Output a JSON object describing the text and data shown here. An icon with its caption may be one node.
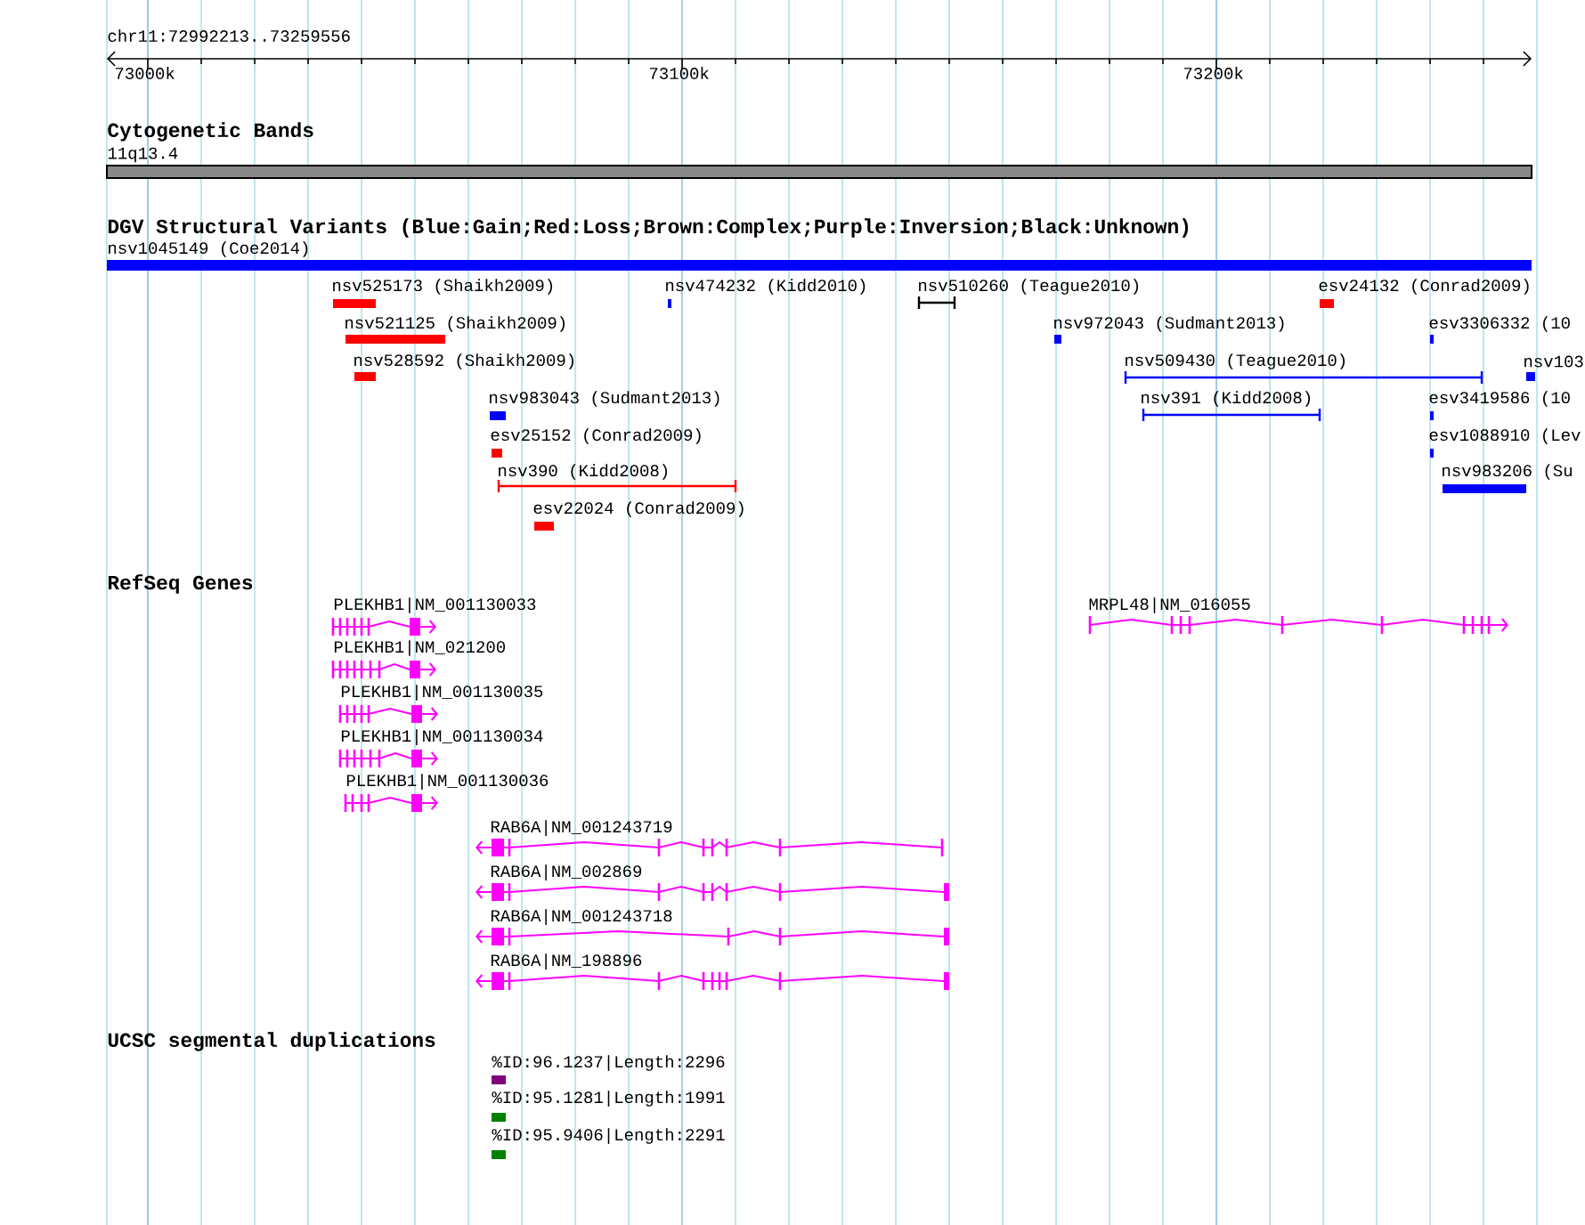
{
  "diagram": {
    "labels": [
      "chr11:72992213..73259556",
      "73000k",
      "73100k",
      "73200k",
      "Cytogenetic Bands",
      "11q13.4",
      "DGV Structural Variants (Blue:Gain;Red:Loss;Brown:Complex;Purple:Inversion;Black:Unknown)",
      "nsv1045149 (Coe2014)",
      "nsv525173 (Shaikh2009)",
      "nsv474232 (Kidd2010)",
      "nsv510260 (Teague2010)",
      "esv24132 (Conrad2009)",
      "nsv521125 (Shaikh2009)",
      "nsv972043 (Sudmant2013)",
      "esv3306332 (10",
      "nsv528592 (Shaikh2009)",
      "nsv509430 (Teague2010)",
      "nsv103",
      "nsv983043 (Sudmant2013)",
      "nsv391 (Kidd2008)",
      "esv3419586 (10",
      "esv25152 (Conrad2009)",
      "esv1088910 (Lev",
      "nsv390 (Kidd2008)",
      "nsv983206 (Su",
      "esv22024 (Conrad2009)",
      "RefSeq Genes",
      "PLEKHB1|NM_001130033",
      "MRPL48|NM_016055",
      "PLEKHB1|NM_021200",
      "PLEKHB1|NM_001130035",
      "PLEKHB1|NM_001130034",
      "PLEKHB1|NM_001130036",
      "RAB6A|NM_001243719",
      "RAB6A|NM_002869",
      "RAB6A|NM_001243718",
      "RAB6A|NM_198896",
      "UCSC segmental duplications",
      "%ID:96.1237|Length:2296",
      "%ID:95.1281|Length:1991",
      "%ID:95.9406|Length:2291"
    ]
  }
}
